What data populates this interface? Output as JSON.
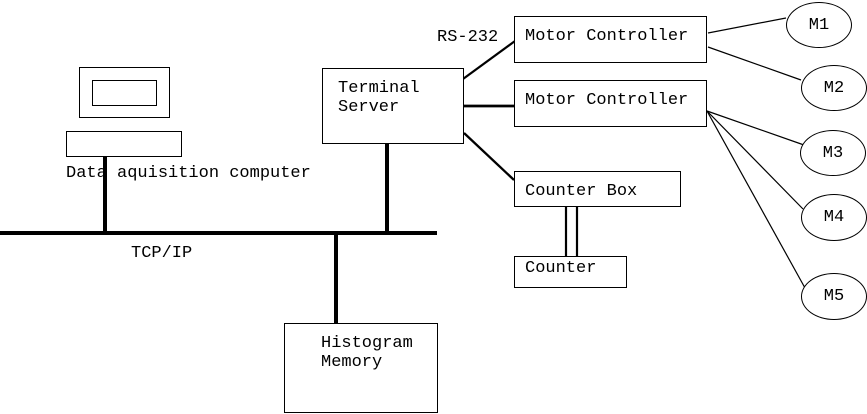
{
  "colors": {
    "ink": "#000000",
    "background": "#ffffff"
  },
  "labels": {
    "data_acquisition": "Data aquisition computer",
    "tcp_ip": "TCP/IP",
    "rs232": "RS-232"
  },
  "nodes": {
    "terminal_server": {
      "line1": "Terminal",
      "line2": "Server"
    },
    "motor_controller_1": {
      "label": "Motor Controller"
    },
    "motor_controller_2": {
      "label": "Motor Controller"
    },
    "counter_box": {
      "label": "Counter Box"
    },
    "counter": {
      "label": "Counter"
    },
    "histogram_memory": {
      "line1": "Histogram",
      "line2": "Memory"
    }
  },
  "motors": [
    {
      "label": "M1"
    },
    {
      "label": "M2"
    },
    {
      "label": "M3"
    },
    {
      "label": "M4"
    },
    {
      "label": "M5"
    }
  ]
}
